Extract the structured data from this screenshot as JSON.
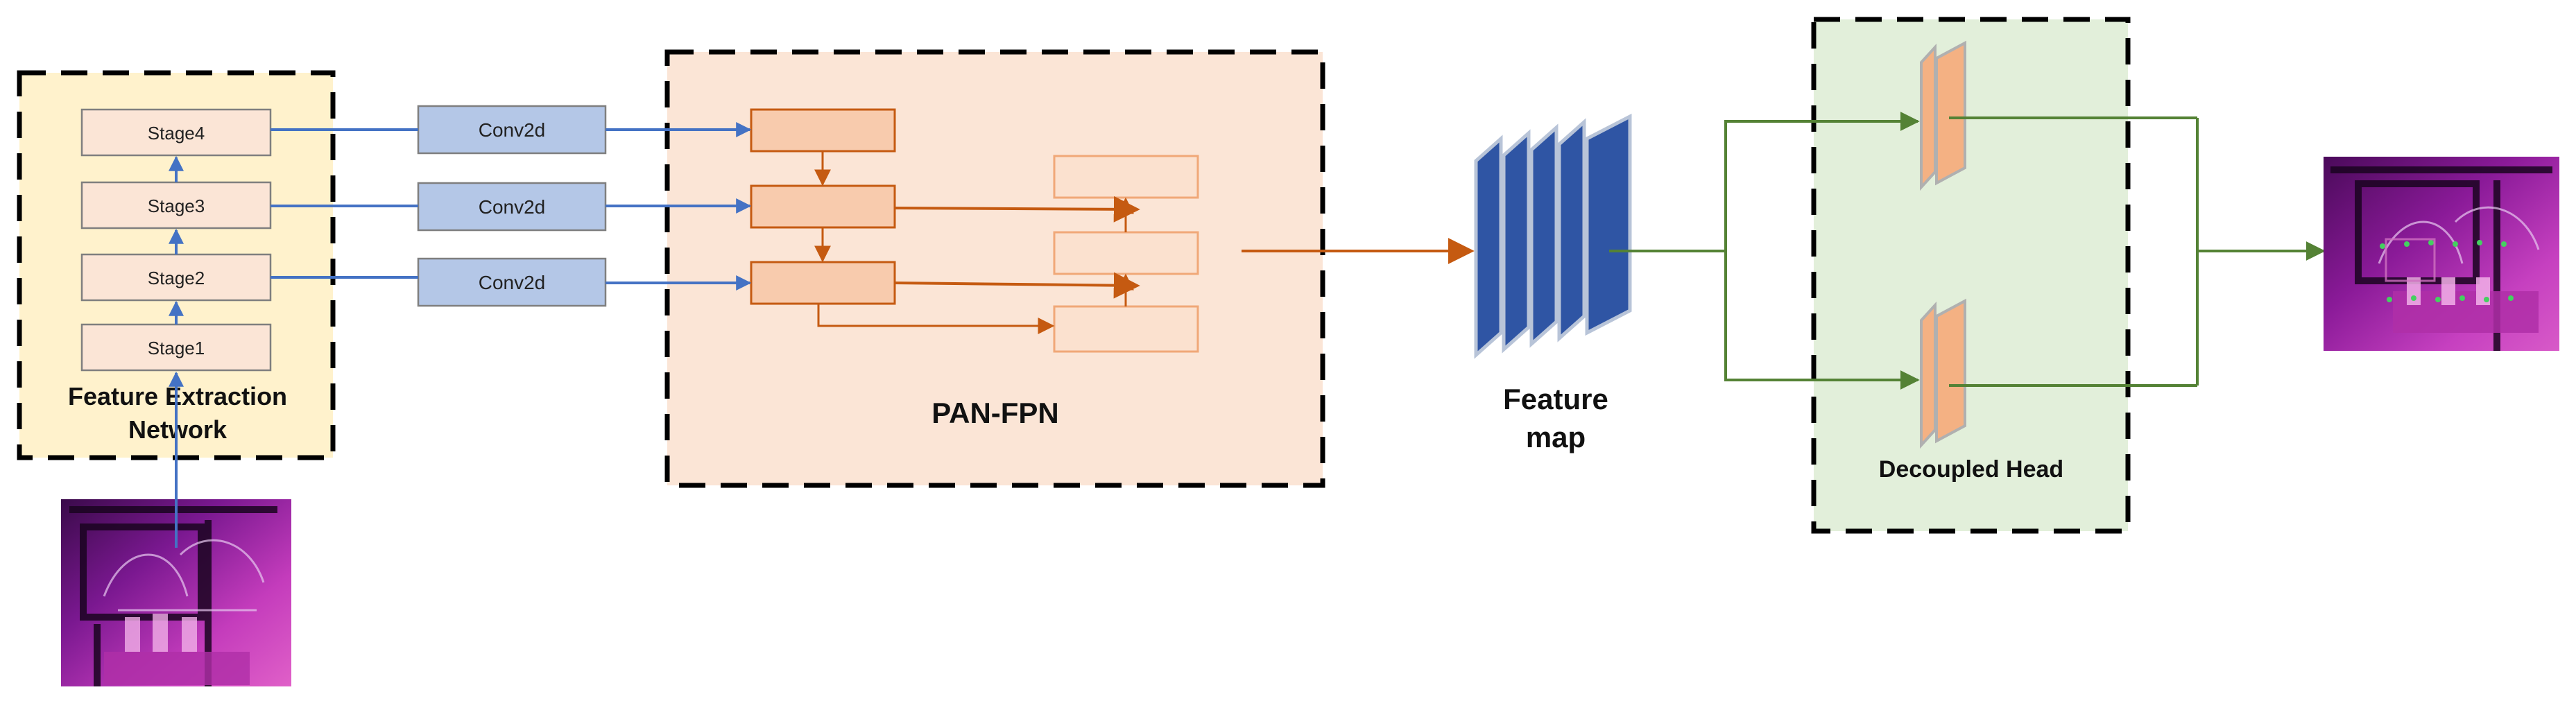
{
  "colors": {
    "backbone_bg": "#fff2cc",
    "stage_fill": "#fbe5d6",
    "conv_fill": "#b4c7e7",
    "pan_bg": "#fbe5d6",
    "pan_box": "#f8cbad",
    "pan_box_light": "#fbe1cf",
    "orange_line": "#c55a11",
    "blue_line": "#4472c4",
    "feature_blue": "#2f55a4",
    "head_bg": "#e2efda",
    "green_line": "#548235",
    "head_orange": "#f4b183"
  },
  "backbone": {
    "title_line1": "Feature Extraction",
    "title_line2": "Network",
    "stages": [
      "Stage4",
      "Stage3",
      "Stage2",
      "Stage1"
    ]
  },
  "convs": [
    "Conv2d",
    "Conv2d",
    "Conv2d"
  ],
  "neck": {
    "title": "PAN-FPN"
  },
  "feature_map": {
    "line1": "Feature",
    "line2": "map"
  },
  "head": {
    "title": "Decoupled Head"
  },
  "images": {
    "input": "input-thermal-image",
    "output": "output-thermal-image-with-detections"
  }
}
